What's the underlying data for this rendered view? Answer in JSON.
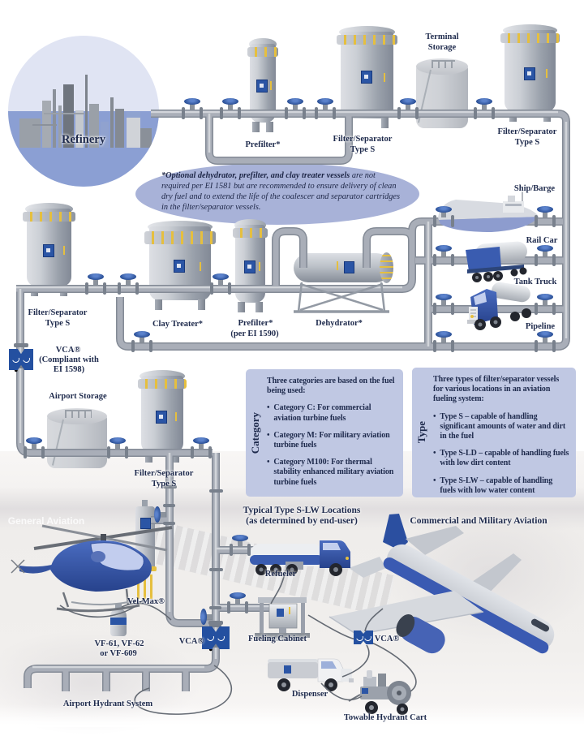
{
  "nodes": {
    "refinery": "Refinery",
    "prefilter": "Prefilter*",
    "filter_separator_l1": "Filter/Separator",
    "filter_separator_l2": "Type S",
    "terminal_storage_l1": "Terminal",
    "terminal_storage_l2": "Storage",
    "ship_barge": "Ship/Barge",
    "rail_car": "Rail Car",
    "tank_truck": "Tank Truck",
    "pipeline": "Pipeline",
    "clay_treater": "Clay Treater*",
    "prefilter_ei_l1": "Prefilter*",
    "prefilter_ei_l2": "(per EI 1590)",
    "dehydrator": "Dehydrator*",
    "vca": "VCA®",
    "vca_compliant_l1": "(Compliant with",
    "vca_compliant_l2": "EI 1598)",
    "airport_storage": "Airport Storage",
    "general_aviation": "General Aviation",
    "vel_max": "Vel-Max®",
    "vf_filters_l1": "VF-61, VF-62",
    "vf_filters_l2": "or VF-609",
    "refueler": "Refueler",
    "fueling_cabinet": "Fueling Cabinet",
    "dispenser": "Dispenser",
    "towable_hydrant_cart": "Towable Hydrant Cart",
    "airport_hydrant_system": "Airport Hydrant System"
  },
  "note": {
    "bold": "*Optional dehydrator, prefilter, and clay treater vessels",
    "rest": " are not required per EI 1581 but are recommended to ensure delivery of clean dry fuel and to extend the life of the coalescer and separator cartridges in the filter/separator vessels."
  },
  "headings": {
    "typical_l1": "Typical Type S-LW Locations",
    "typical_l2": "(as determined by end-user)",
    "commercial_military": "Commercial and Military Aviation"
  },
  "category_box": {
    "side_label": "Category",
    "title": "Three categories are based on the fuel being used:",
    "bullets": [
      "Category C: For commercial aviation turbine fuels",
      "Category M: For military aviation turbine fuels",
      "Category M100: For thermal stability enhanced military aviation turbine fuels"
    ]
  },
  "type_box": {
    "side_label": "Type",
    "title": "Three types of filter/separator vessels for various locations in an aviation fueling system:",
    "bullets": [
      "Type S – capable of handling significant amounts of water and dirt in the fuel",
      "Type S-LD – capable of handling fuels with low dirt content",
      "Type S-LW – capable of handling fuels with low water content"
    ]
  },
  "colors": {
    "accent_blue": "#2b55a5",
    "accent_yellow": "#e5bf3f",
    "panel_lavender": "#c0c8e3",
    "note_lavender": "#a8b2d8",
    "refinery_blue": "#8b9fd3",
    "pipe_gray": "#a9aeb8",
    "text_navy": "#1e2a4c"
  }
}
